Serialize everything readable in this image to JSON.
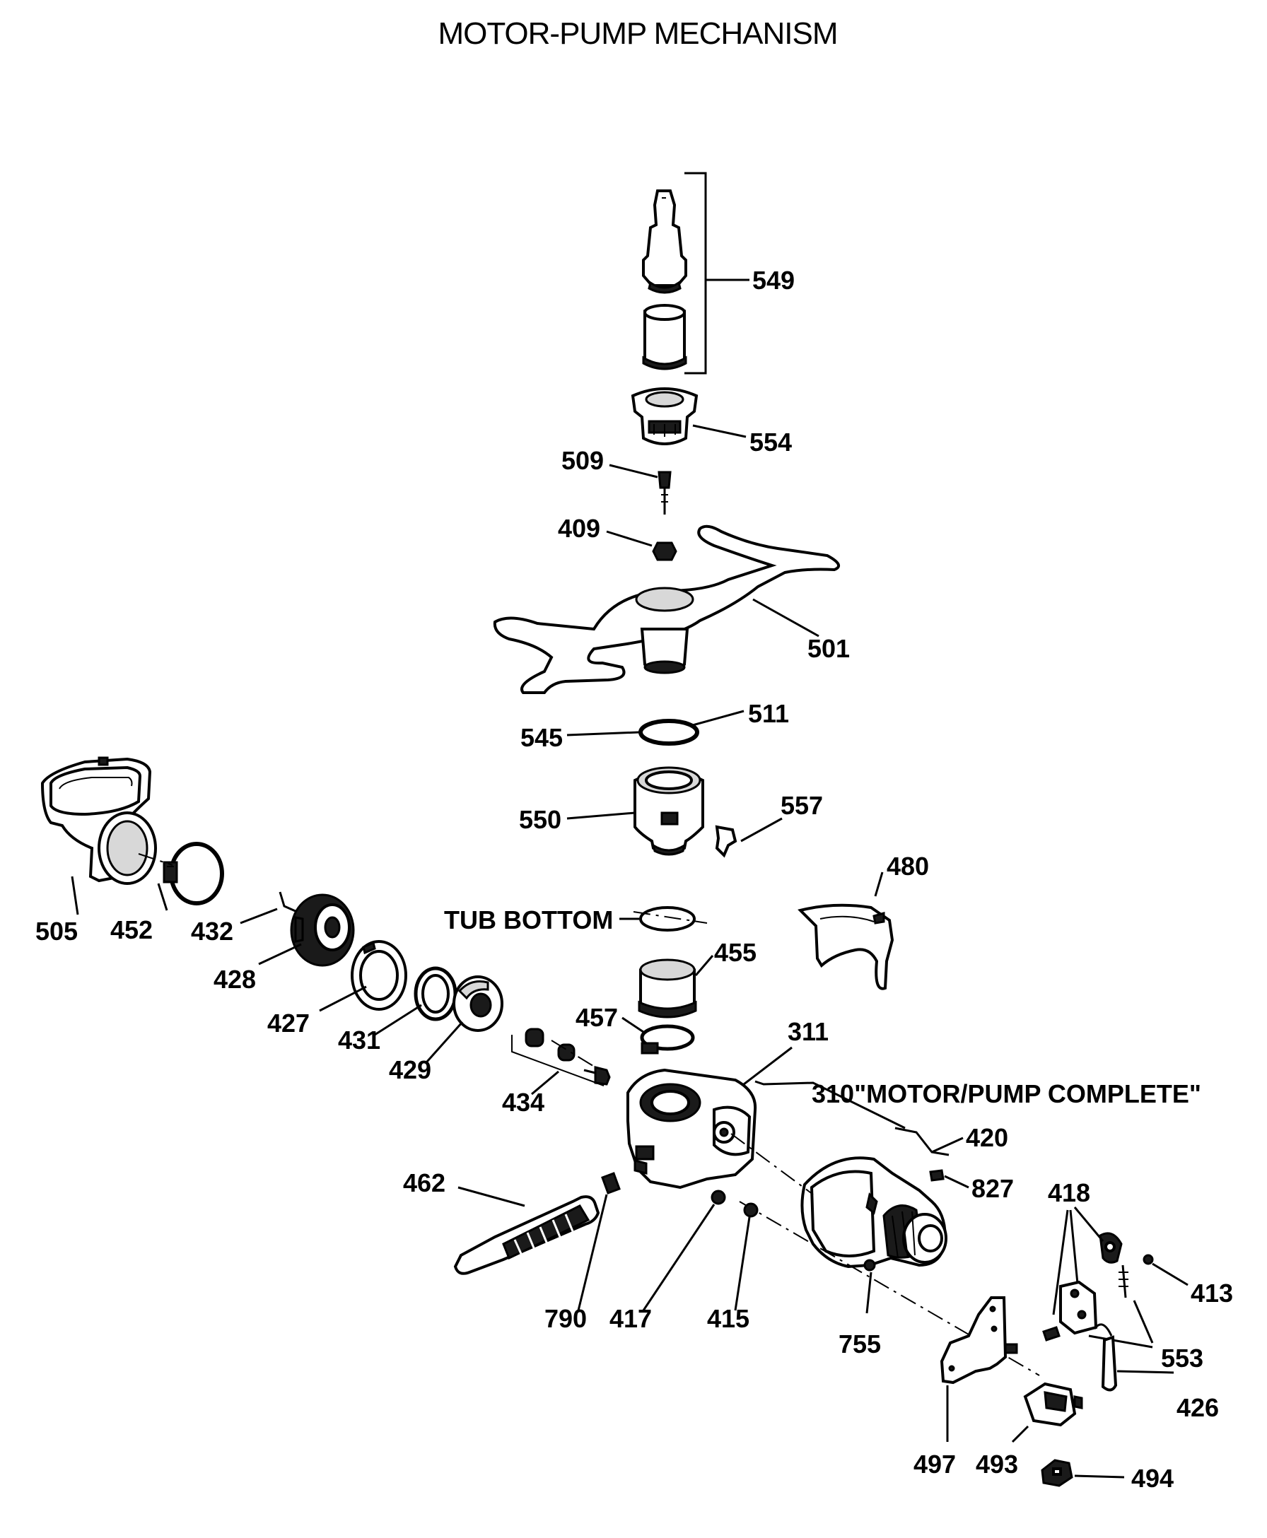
{
  "title": "MOTOR-PUMP MECHANISM",
  "labels": {
    "p549": "549",
    "p554": "554",
    "p509": "509",
    "p409": "409",
    "p501": "501",
    "p511": "511",
    "p545": "545",
    "p550": "550",
    "p557": "557",
    "p480": "480",
    "p505": "505",
    "p452": "452",
    "p432": "432",
    "p428": "428",
    "p427": "427",
    "p431": "431",
    "p429": "429",
    "p434": "434",
    "tub": "TUB BOTTOM",
    "p455": "455",
    "p457": "457",
    "p311": "311",
    "p310": "310\"MOTOR/PUMP COMPLETE\"",
    "p420": "420",
    "p827": "827",
    "p418": "418",
    "p413": "413",
    "p462": "462",
    "p790": "790",
    "p417": "417",
    "p415": "415",
    "p755": "755",
    "p553": "553",
    "p426": "426",
    "p497": "497",
    "p493": "493",
    "p494": "494"
  }
}
